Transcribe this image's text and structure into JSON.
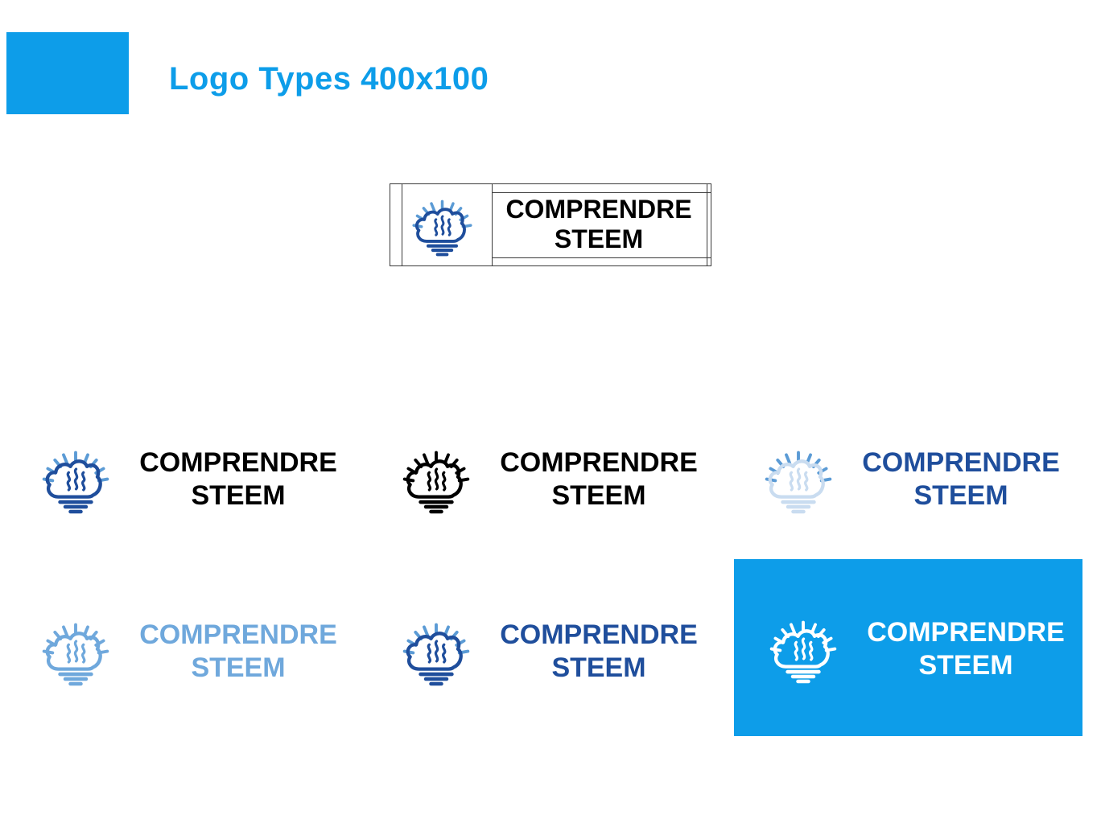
{
  "page": {
    "background": "#ffffff"
  },
  "header": {
    "title": "Logo Types 400x100",
    "title_color": "#0d9de9",
    "swatch_color": "#0d9de9"
  },
  "wordmark": {
    "line1": "COMPRENDRE",
    "line2": "STEEM"
  },
  "construction": {
    "rays": "#5b9bd5",
    "body": "#1f4e9c",
    "text": "#000000",
    "frame_color": "#3a3a3a"
  },
  "variants": [
    {
      "id": "two-tone-black-text",
      "rays": "#5b9bd5",
      "body": "#1f4e9c",
      "text": "#000000"
    },
    {
      "id": "black-monochrome",
      "rays": "#000000",
      "body": "#000000",
      "text": "#000000"
    },
    {
      "id": "light-body-blue-text",
      "rays": "#5b9bd5",
      "body": "#c9dcf0",
      "text": "#1f4e9c"
    },
    {
      "id": "light-blue-monochrome",
      "rays": "#6fa8dc",
      "body": "#6fa8dc",
      "text": "#6fa8dc"
    },
    {
      "id": "two-tone-blue-text",
      "rays": "#5b9bd5",
      "body": "#1f4e9c",
      "text": "#1f4e9c"
    },
    {
      "id": "white-on-blue",
      "rays": "#ffffff",
      "body": "#ffffff",
      "text": "#ffffff",
      "background": "#0d9de9"
    }
  ]
}
